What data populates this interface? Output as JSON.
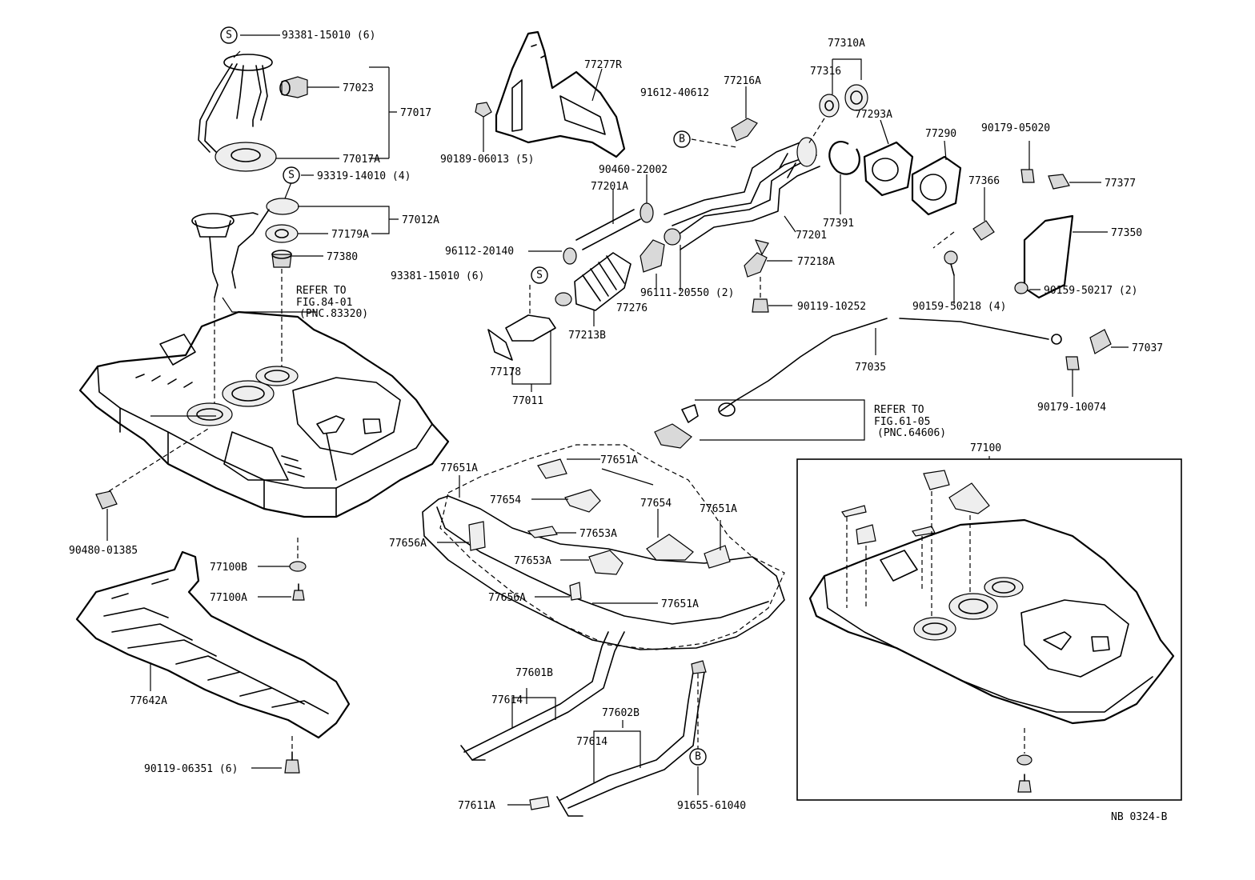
{
  "diagram_code": "NB 0324-B",
  "symbols": {
    "s": "S",
    "b": "B"
  },
  "labels": {
    "l93381_top": "93381-15010 (6)",
    "l77023": "77023",
    "l77017": "77017",
    "l77017A": "77017A",
    "l93319": "93319-14010 (4)",
    "l77012A": "77012A",
    "l77179A": "77179A",
    "l77380": "77380",
    "refer1_a": "REFER TO",
    "refer1_b": "FIG.84-01",
    "refer1_c": "(PNC.83320)",
    "l90480": "90480-01385",
    "l77100B": "77100B",
    "l77100A": "77100A",
    "l77642A": "77642A",
    "l90119_06351": "90119-06351 (6)",
    "l77277R": "77277R",
    "l90189": "90189-06013 (5)",
    "l91612": "91612-40612",
    "l77216A": "77216A",
    "l90460": "90460-22002",
    "l77201A": "77201A",
    "l96112": "96112-20140",
    "l93381_mid": "93381-15010 (6)",
    "l77201": "77201",
    "l96111": "96111-20550 (2)",
    "l77276": "77276",
    "l77213B": "77213B",
    "l77178": "77178",
    "l77011": "77011",
    "l77310A": "77310A",
    "l77316": "77316",
    "l77293A": "77293A",
    "l77290": "77290",
    "l90179_05020": "90179-05020",
    "l77377": "77377",
    "l77366": "77366",
    "l77391": "77391",
    "l77350": "77350",
    "l77218A": "77218A",
    "l90119_10252": "90119-10252",
    "l90159_50218": "90159-50218 (4)",
    "l90159_50217": "90159-50217 (2)",
    "l77035": "77035",
    "l77037": "77037",
    "l90179_10074": "90179-10074",
    "refer2_a": "REFER TO",
    "refer2_b": "FIG.61-05",
    "refer2_c": "(PNC.64606)",
    "l77100": "77100",
    "l77651A_1": "77651A",
    "l77651A_2": "77651A",
    "l77651A_3": "77651A",
    "l77651A_4": "77651A",
    "l77654_1": "77654",
    "l77654_2": "77654",
    "l77653A_1": "77653A",
    "l77653A_2": "77653A",
    "l77656A_1": "77656A",
    "l77656A_2": "77656A",
    "l77601B": "77601B",
    "l77614_1": "77614",
    "l77602B": "77602B",
    "l77614_2": "77614",
    "l77611A": "77611A",
    "l91655": "91655-61040"
  }
}
